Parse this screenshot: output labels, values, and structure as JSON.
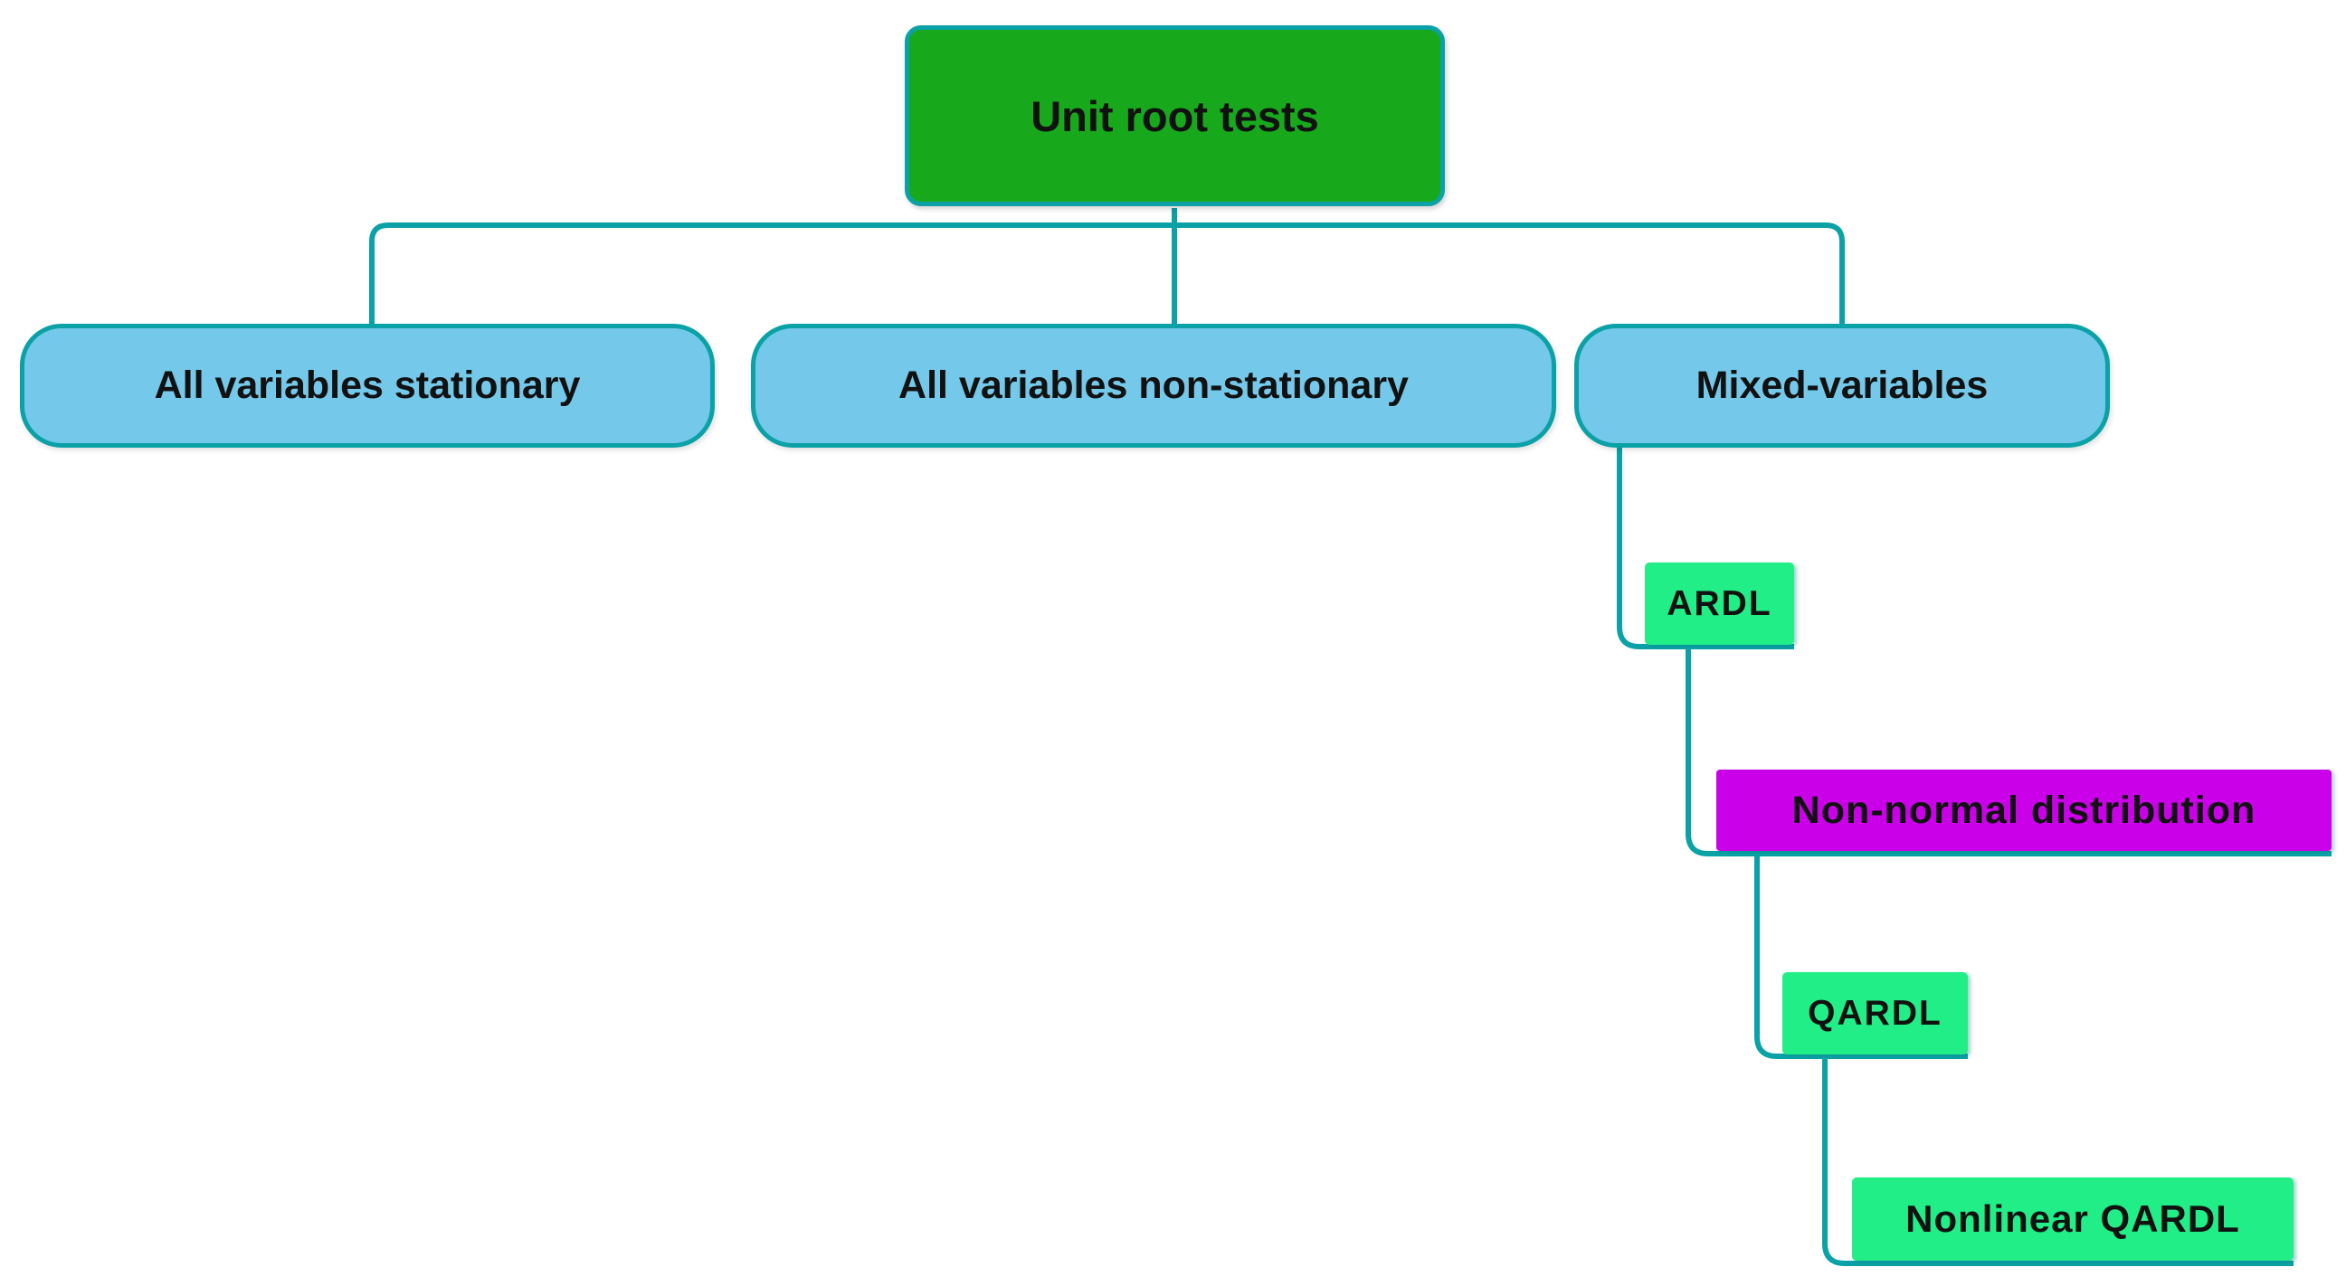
{
  "diagram": {
    "nodes": {
      "root": {
        "label": "Unit root tests"
      },
      "stationary": {
        "label": "All variables stationary"
      },
      "non_stationary": {
        "label": "All variables non-stationary"
      },
      "mixed": {
        "label": "Mixed-variables"
      },
      "ardl": {
        "label": "ARDL"
      },
      "non_normal": {
        "label": "Non-normal distribution"
      },
      "qardl": {
        "label": "QARDL"
      },
      "nonlinear_qardl": {
        "label": "Nonlinear QARDL"
      }
    },
    "edges": [
      {
        "from": "Unit root tests",
        "to": "All variables stationary"
      },
      {
        "from": "Unit root tests",
        "to": "All variables non-stationary"
      },
      {
        "from": "Unit root tests",
        "to": "Mixed-variables"
      },
      {
        "from": "Mixed-variables",
        "to": "ARDL"
      },
      {
        "from": "ARDL",
        "to": "Non-normal distribution"
      },
      {
        "from": "Non-normal distribution",
        "to": "QARDL"
      },
      {
        "from": "QARDL",
        "to": "Nonlinear QARDL"
      }
    ],
    "colors": {
      "root_fill": "#17a81c",
      "level2_fill": "#74c8e9",
      "leaf_fill": "#21ee87",
      "highlight_fill": "#c900e8",
      "line": "#0aa2a6",
      "text": "#111111",
      "background": "#ffffff"
    }
  }
}
